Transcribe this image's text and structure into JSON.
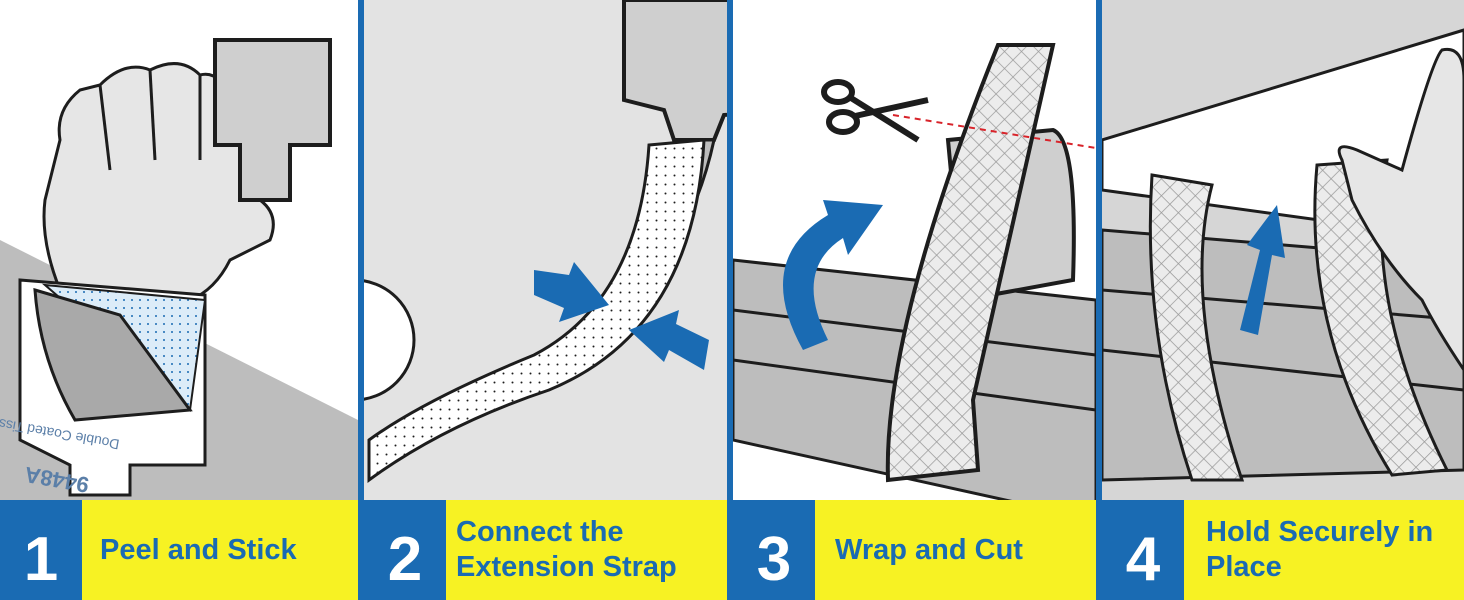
{
  "steps": [
    {
      "number": "1",
      "label": "Peel and Stick"
    },
    {
      "number": "2",
      "label": "Connect the Extension Strap"
    },
    {
      "number": "3",
      "label": "Wrap and Cut"
    },
    {
      "number": "4",
      "label": "Hold Securely in Place"
    }
  ],
  "tape_print": {
    "brand_text": "Double Coated Tissue Tape",
    "code_text": "9448A"
  },
  "colors": {
    "brand_blue": "#1a6bb3",
    "caption_yellow": "#f7f223",
    "panel_gray": "#e3e3e3",
    "dashed_red": "#d8232a"
  },
  "icons": [
    "scissors-icon",
    "curved-arrow-icon",
    "arrow-icon",
    "hand-icon"
  ]
}
